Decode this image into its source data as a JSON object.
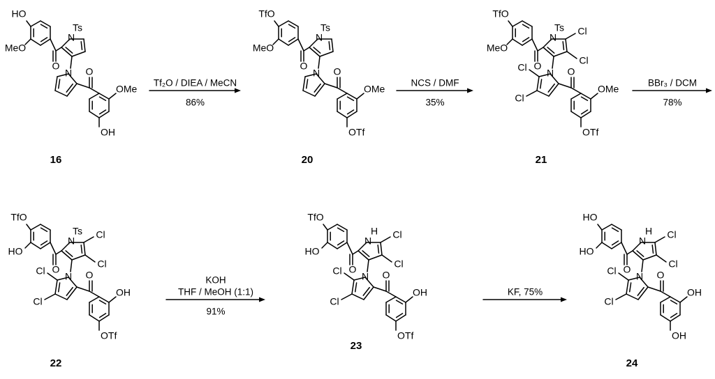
{
  "compounds": [
    {
      "id": "16",
      "labels": {
        "top": "HO",
        "tl": "MeO",
        "ts": "Ts",
        "n1": "N",
        "o1": "O",
        "n2": "N",
        "o2": "O",
        "ome": "OMe",
        "bot": "OH"
      }
    },
    {
      "id": "20",
      "labels": {
        "top": "TfO",
        "tl": "MeO",
        "ts": "Ts",
        "n1": "N",
        "o1": "O",
        "n2": "N",
        "o2": "O",
        "ome": "OMe",
        "bot": "OTf"
      }
    },
    {
      "id": "21",
      "labels": {
        "top": "TfO",
        "tl": "MeO",
        "ts": "Ts",
        "n1": "N",
        "o1": "O",
        "n2": "N",
        "o2": "O",
        "ome": "OMe",
        "bot": "OTf",
        "cl1": "Cl",
        "cl2": "Cl",
        "cl3": "Cl",
        "cl4": "Cl"
      }
    },
    {
      "id": "22",
      "labels": {
        "top": "TfO",
        "tl": "HO",
        "ts": "Ts",
        "n1": "N",
        "o1": "O",
        "n2": "N",
        "o2": "O",
        "ome": "OH",
        "bot": "OTf",
        "cl1": "Cl",
        "cl2": "Cl",
        "cl3": "Cl",
        "cl4": "Cl"
      }
    },
    {
      "id": "23",
      "labels": {
        "top": "TfO",
        "tl": "HO",
        "ts": "H",
        "n1": "N",
        "o1": "O",
        "n2": "N",
        "o2": "O",
        "ome": "OH",
        "bot": "OTf",
        "cl1": "Cl",
        "cl2": "Cl",
        "cl3": "Cl",
        "cl4": "Cl"
      }
    },
    {
      "id": "24",
      "labels": {
        "top": "HO",
        "tl": "HO",
        "ts": "H",
        "n1": "N",
        "o1": "O",
        "n2": "N",
        "o2": "O",
        "ome": "OH",
        "bot": "OH",
        "cl1": "Cl",
        "cl2": "Cl",
        "cl3": "Cl",
        "cl4": "Cl"
      }
    }
  ],
  "arrows": [
    {
      "above": [
        "Tf₂O / DIEA / MeCN"
      ],
      "below": "86%"
    },
    {
      "above": [
        "NCS / DMF"
      ],
      "below": "35%"
    },
    {
      "above": [
        "BBr₃ / DCM"
      ],
      "below": "78%"
    },
    {
      "above": [
        "KOH",
        "THF / MeOH (1:1)"
      ],
      "below": "91%"
    },
    {
      "above": [
        "KF, 75%"
      ],
      "below": ""
    }
  ]
}
